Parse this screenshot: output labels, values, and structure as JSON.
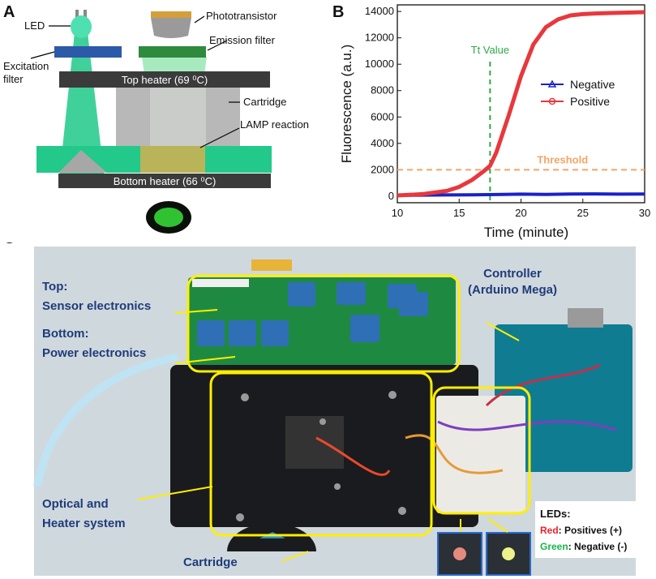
{
  "panels": {
    "a": "A",
    "b": "B",
    "c": "C"
  },
  "panel_a": {
    "led": "LED",
    "phototransistor": "Phototransistor",
    "emission_filter": "Emission filter",
    "excitation_filter_1": "Excitation",
    "excitation_filter_2": "filter",
    "top_heater": "Top heater (69 ⁰C)",
    "cartridge": "Cartridge",
    "lamp_reaction": "LAMP reaction",
    "bottom_heater": "Bottom heater (66 ⁰C)"
  },
  "chart_data": {
    "type": "line",
    "xlabel": "Time (minute)",
    "ylabel": "Fluorescence (a.u.)",
    "xlim": [
      10,
      30
    ],
    "ylim": [
      -500,
      14500
    ],
    "xticks": [
      10,
      15,
      20,
      25,
      30
    ],
    "yticks": [
      0,
      2000,
      4000,
      6000,
      8000,
      10000,
      12000,
      14000
    ],
    "threshold": {
      "label": "Threshold",
      "value": 2000
    },
    "tt_value": {
      "label": "Tt Value",
      "x": 17.5
    },
    "legend": "center-right",
    "series": [
      {
        "name": "Negative",
        "color": "#1a22c8",
        "x": [
          10,
          12,
          14,
          16,
          18,
          20,
          22,
          24,
          26,
          28,
          30
        ],
        "y": [
          60,
          80,
          90,
          100,
          120,
          150,
          130,
          160,
          170,
          150,
          160
        ]
      },
      {
        "name": "Positive",
        "color": "#e8383d",
        "x": [
          10,
          12,
          14,
          15,
          16,
          17,
          17.5,
          18,
          19,
          20,
          21,
          22,
          23,
          24,
          25,
          26,
          28,
          30
        ],
        "y": [
          50,
          150,
          400,
          700,
          1200,
          1900,
          2300,
          3300,
          6100,
          9100,
          11500,
          12800,
          13400,
          13700,
          13800,
          13850,
          13900,
          13950
        ]
      }
    ]
  },
  "panel_c": {
    "top_1": "Top:",
    "top_2": "Sensor electronics",
    "bottom_1": "Bottom:",
    "bottom_2": "Power electronics",
    "controller_1": "Controller",
    "controller_2": "(Arduino Mega)",
    "optical_1": "Optical and",
    "optical_2": "Heater system",
    "cartridge": "Cartridge",
    "leds_title": "LEDs:",
    "red_word": "Red",
    "red_rest": ": Positives (+)",
    "green_word": "Green",
    "green_rest": ": Negative (-)"
  }
}
